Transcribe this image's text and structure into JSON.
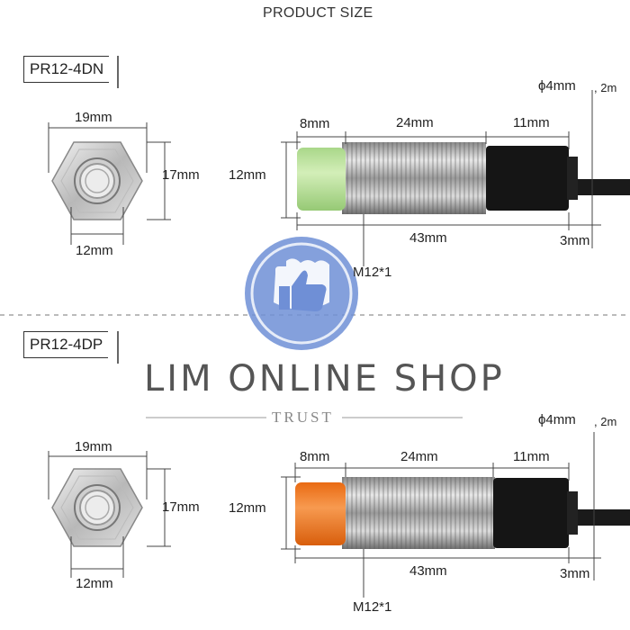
{
  "title": "PRODUCT SIZE",
  "top": {
    "model": "PR12-4DN",
    "nut": {
      "width": "19mm",
      "height": "17mm",
      "inner": "12mm"
    },
    "sensor": {
      "head": "8mm",
      "body": "24mm",
      "tail": "11mm",
      "diameter": "12mm",
      "total": "43mm",
      "cable_end": "3mm",
      "thread": "M12*1",
      "cable_dia": "ϕ4mm",
      "cable_len": ", 2m",
      "head_color": "#b9e29a"
    }
  },
  "bottom": {
    "model": "PR12-4DP",
    "nut": {
      "width": "19mm",
      "height": "17mm",
      "inner": "12mm"
    },
    "sensor": {
      "head": "8mm",
      "body": "24mm",
      "tail": "11mm",
      "diameter": "12mm",
      "total": "43mm",
      "cable_end": "3mm",
      "thread": "M12*1",
      "cable_dia": "ϕ4mm",
      "cable_len": ", 2m",
      "head_color": "#f07a22"
    }
  },
  "watermark": {
    "shop": "LIM ONLINE SHOP",
    "tag": "TRUST",
    "accent": "#6f8fd6"
  }
}
